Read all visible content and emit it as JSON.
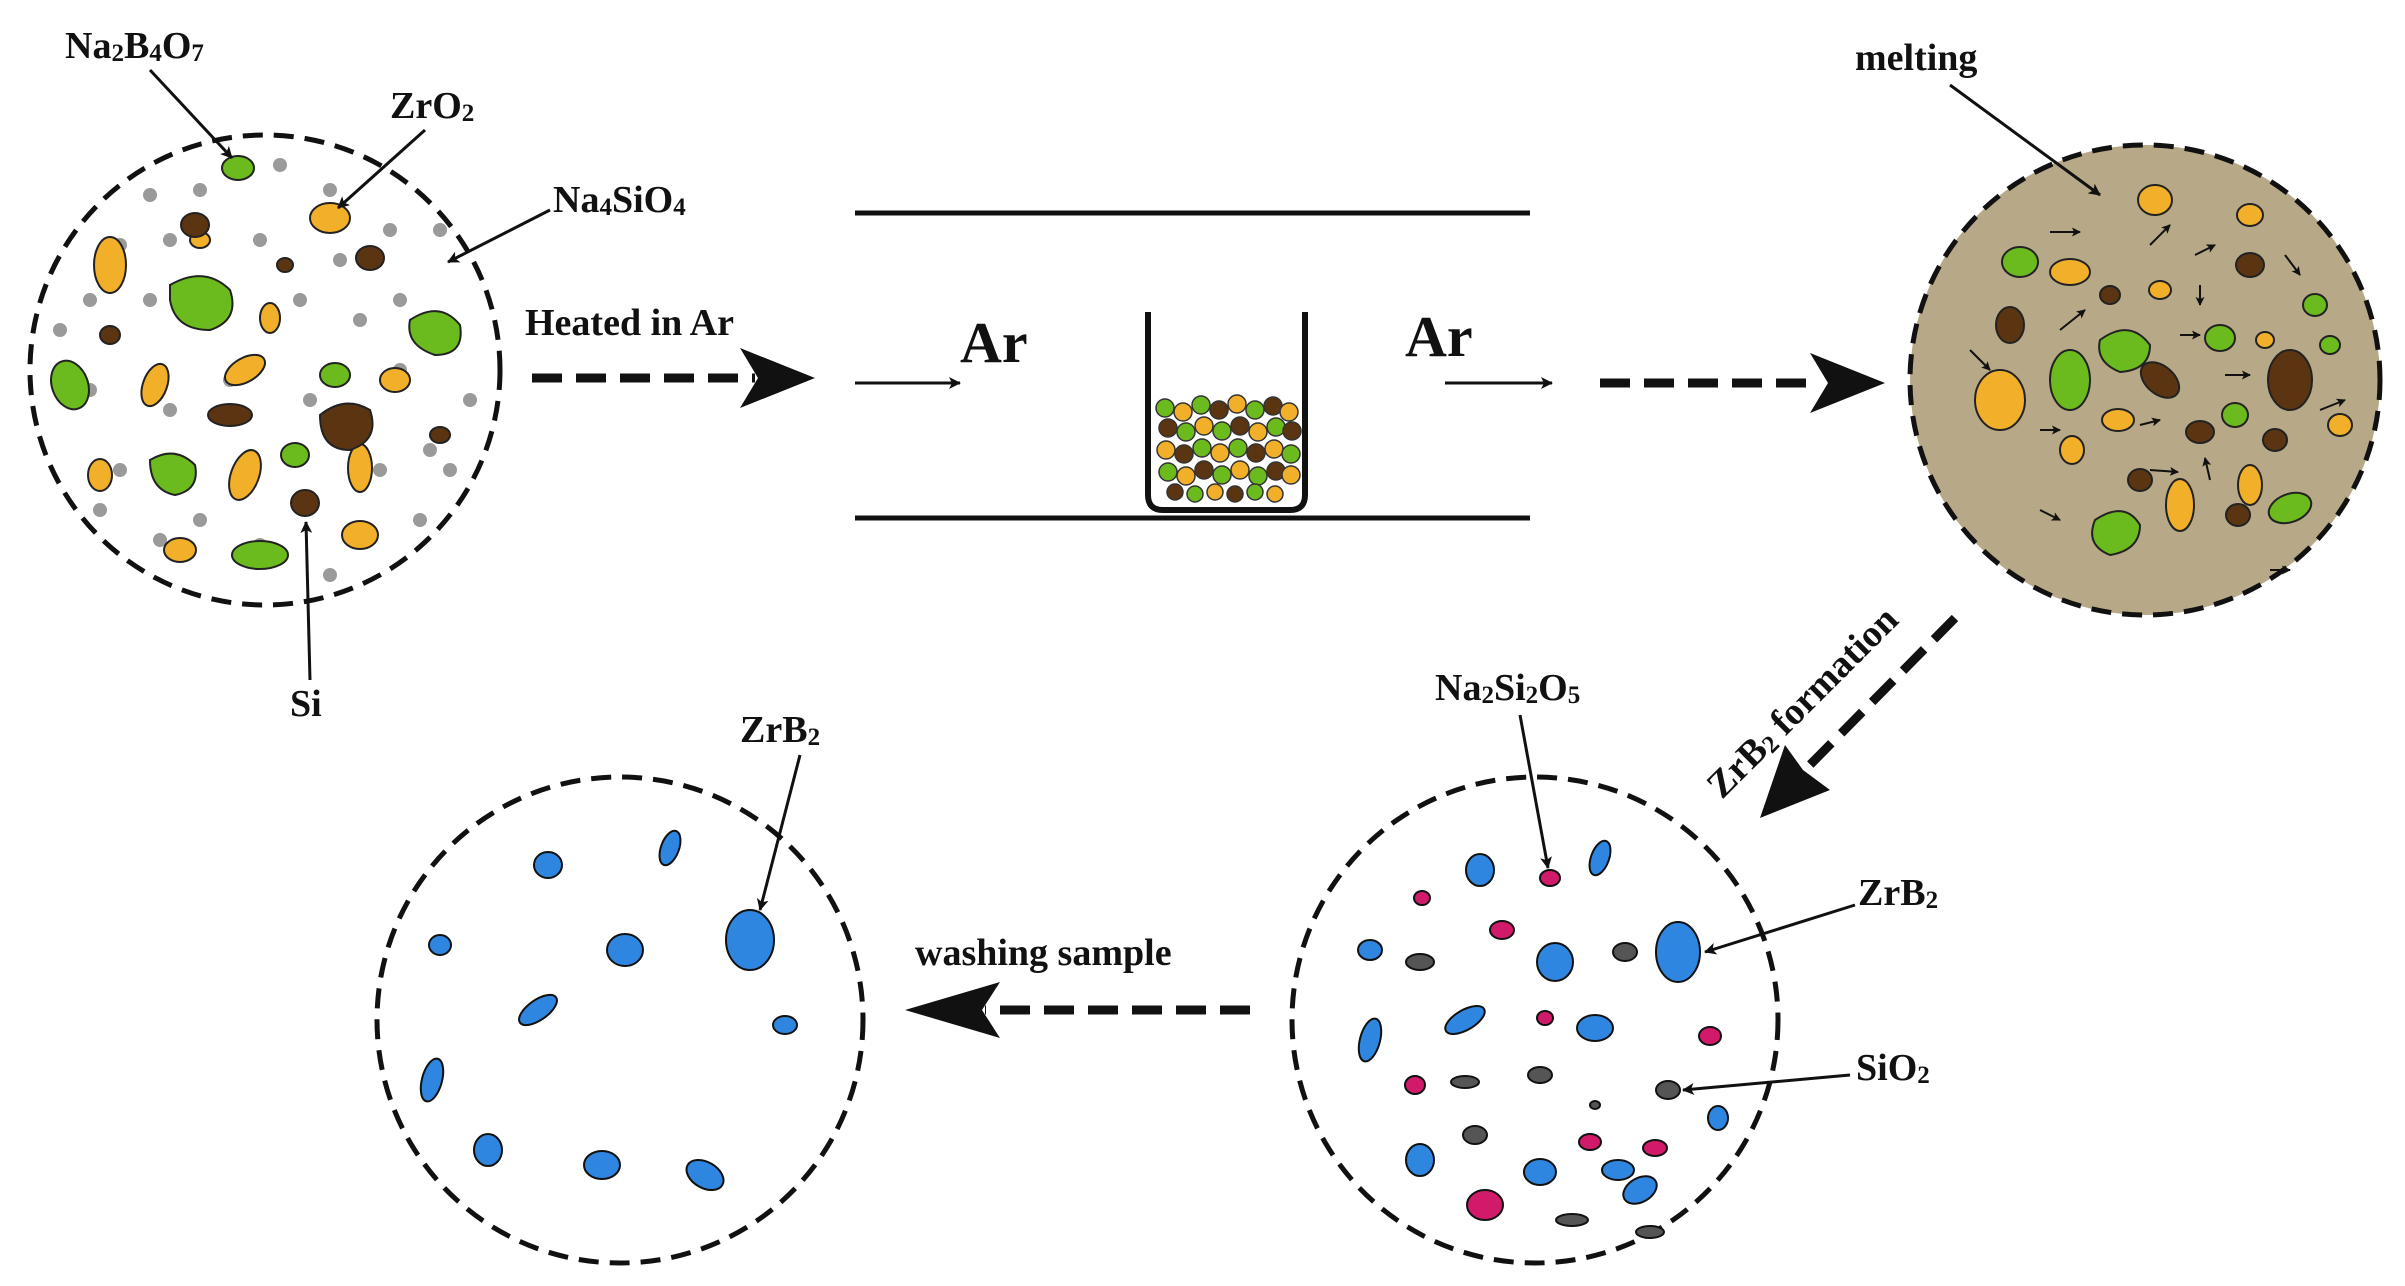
{
  "labels": {
    "na2b4o7": {
      "main": "Na",
      "s1": "2",
      "m2": "B",
      "s2": "4",
      "m3": "O",
      "s3": "7"
    },
    "zro2": {
      "main": "ZrO",
      "s1": "2"
    },
    "na4sio4": {
      "main": "Na",
      "s1": "4",
      "m2": "SiO",
      "s2": "4"
    },
    "si": "Si",
    "heated": "Heated in Ar",
    "ar_left": "Ar",
    "ar_right": "Ar",
    "melting": "melting",
    "zrb2_formation": {
      "main": "ZrB",
      "s1": "2",
      "rest": " formation"
    },
    "na2si2o5": {
      "main": "Na",
      "s1": "2",
      "m2": "Si",
      "s2": "2",
      "m3": "O",
      "s3": "5"
    },
    "zrb2_right": {
      "main": "ZrB",
      "s1": "2"
    },
    "sio2": {
      "main": "SiO",
      "s1": "2"
    },
    "washing": "washing sample",
    "zrb2_left": {
      "main": "ZrB",
      "s1": "2"
    }
  },
  "colors": {
    "green": "#6cbb1e",
    "orange": "#f2b02a",
    "brown": "#5b3512",
    "gray_dot": "#9a9a9a",
    "melt_bg": "#b7a987",
    "blue": "#2f86e0",
    "magenta": "#d21a6a",
    "dark_gray": "#555555"
  }
}
